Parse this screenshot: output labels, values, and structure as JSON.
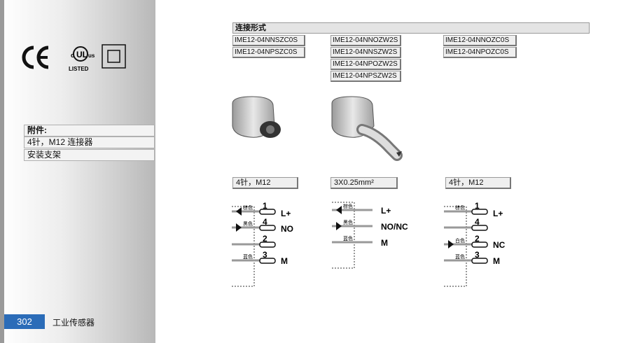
{
  "sidebar": {
    "accessory_title": "附件:",
    "accessory_items": [
      "4针，M12 连接器",
      "安装支架"
    ],
    "page_number": "302",
    "section": "工业传感器",
    "cert_ul_c": "c",
    "cert_ul_us": "us",
    "cert_ul_listed": "LISTED"
  },
  "header": {
    "title": "连接形式"
  },
  "columns": [
    {
      "models": [
        "IME12-04NNSZC0S",
        "IME12-04NPSZC0S"
      ],
      "connector": "4针，M12",
      "wires": [
        {
          "color": "棕色",
          "num": "1",
          "signal": "L+",
          "arrow": true
        },
        {
          "color": "黑色",
          "num": "4",
          "signal": "NO",
          "arrow": true
        },
        {
          "color": "",
          "num": "2",
          "signal": "",
          "arrow": false
        },
        {
          "color": "蓝色",
          "num": "3",
          "signal": "M",
          "arrow": false
        }
      ]
    },
    {
      "models": [
        "IME12-04NNOZW2S",
        "IME12-04NNSZW2S",
        "IME12-04NPOZW2S",
        "IME12-04NPSZW2S"
      ],
      "connector": "3X0.25mm²",
      "wires": [
        {
          "color": "棕色",
          "signal": "L+",
          "arrow": true
        },
        {
          "color": "黑色",
          "signal": "NO/NC",
          "arrow": true
        },
        {
          "color": "蓝色",
          "signal": "M",
          "arrow": false
        }
      ]
    },
    {
      "models": [
        "IME12-04NNOZC0S",
        "IME12-04NPOZC0S"
      ],
      "connector": "4针，M12",
      "wires": [
        {
          "color": "棕色",
          "num": "1",
          "signal": "L+",
          "arrow": false
        },
        {
          "color": "",
          "num": "4",
          "signal": "",
          "arrow": false
        },
        {
          "color": "白色",
          "num": "2",
          "signal": "NC",
          "arrow": true
        },
        {
          "color": "蓝色",
          "num": "3",
          "signal": "M",
          "arrow": false
        }
      ]
    }
  ]
}
